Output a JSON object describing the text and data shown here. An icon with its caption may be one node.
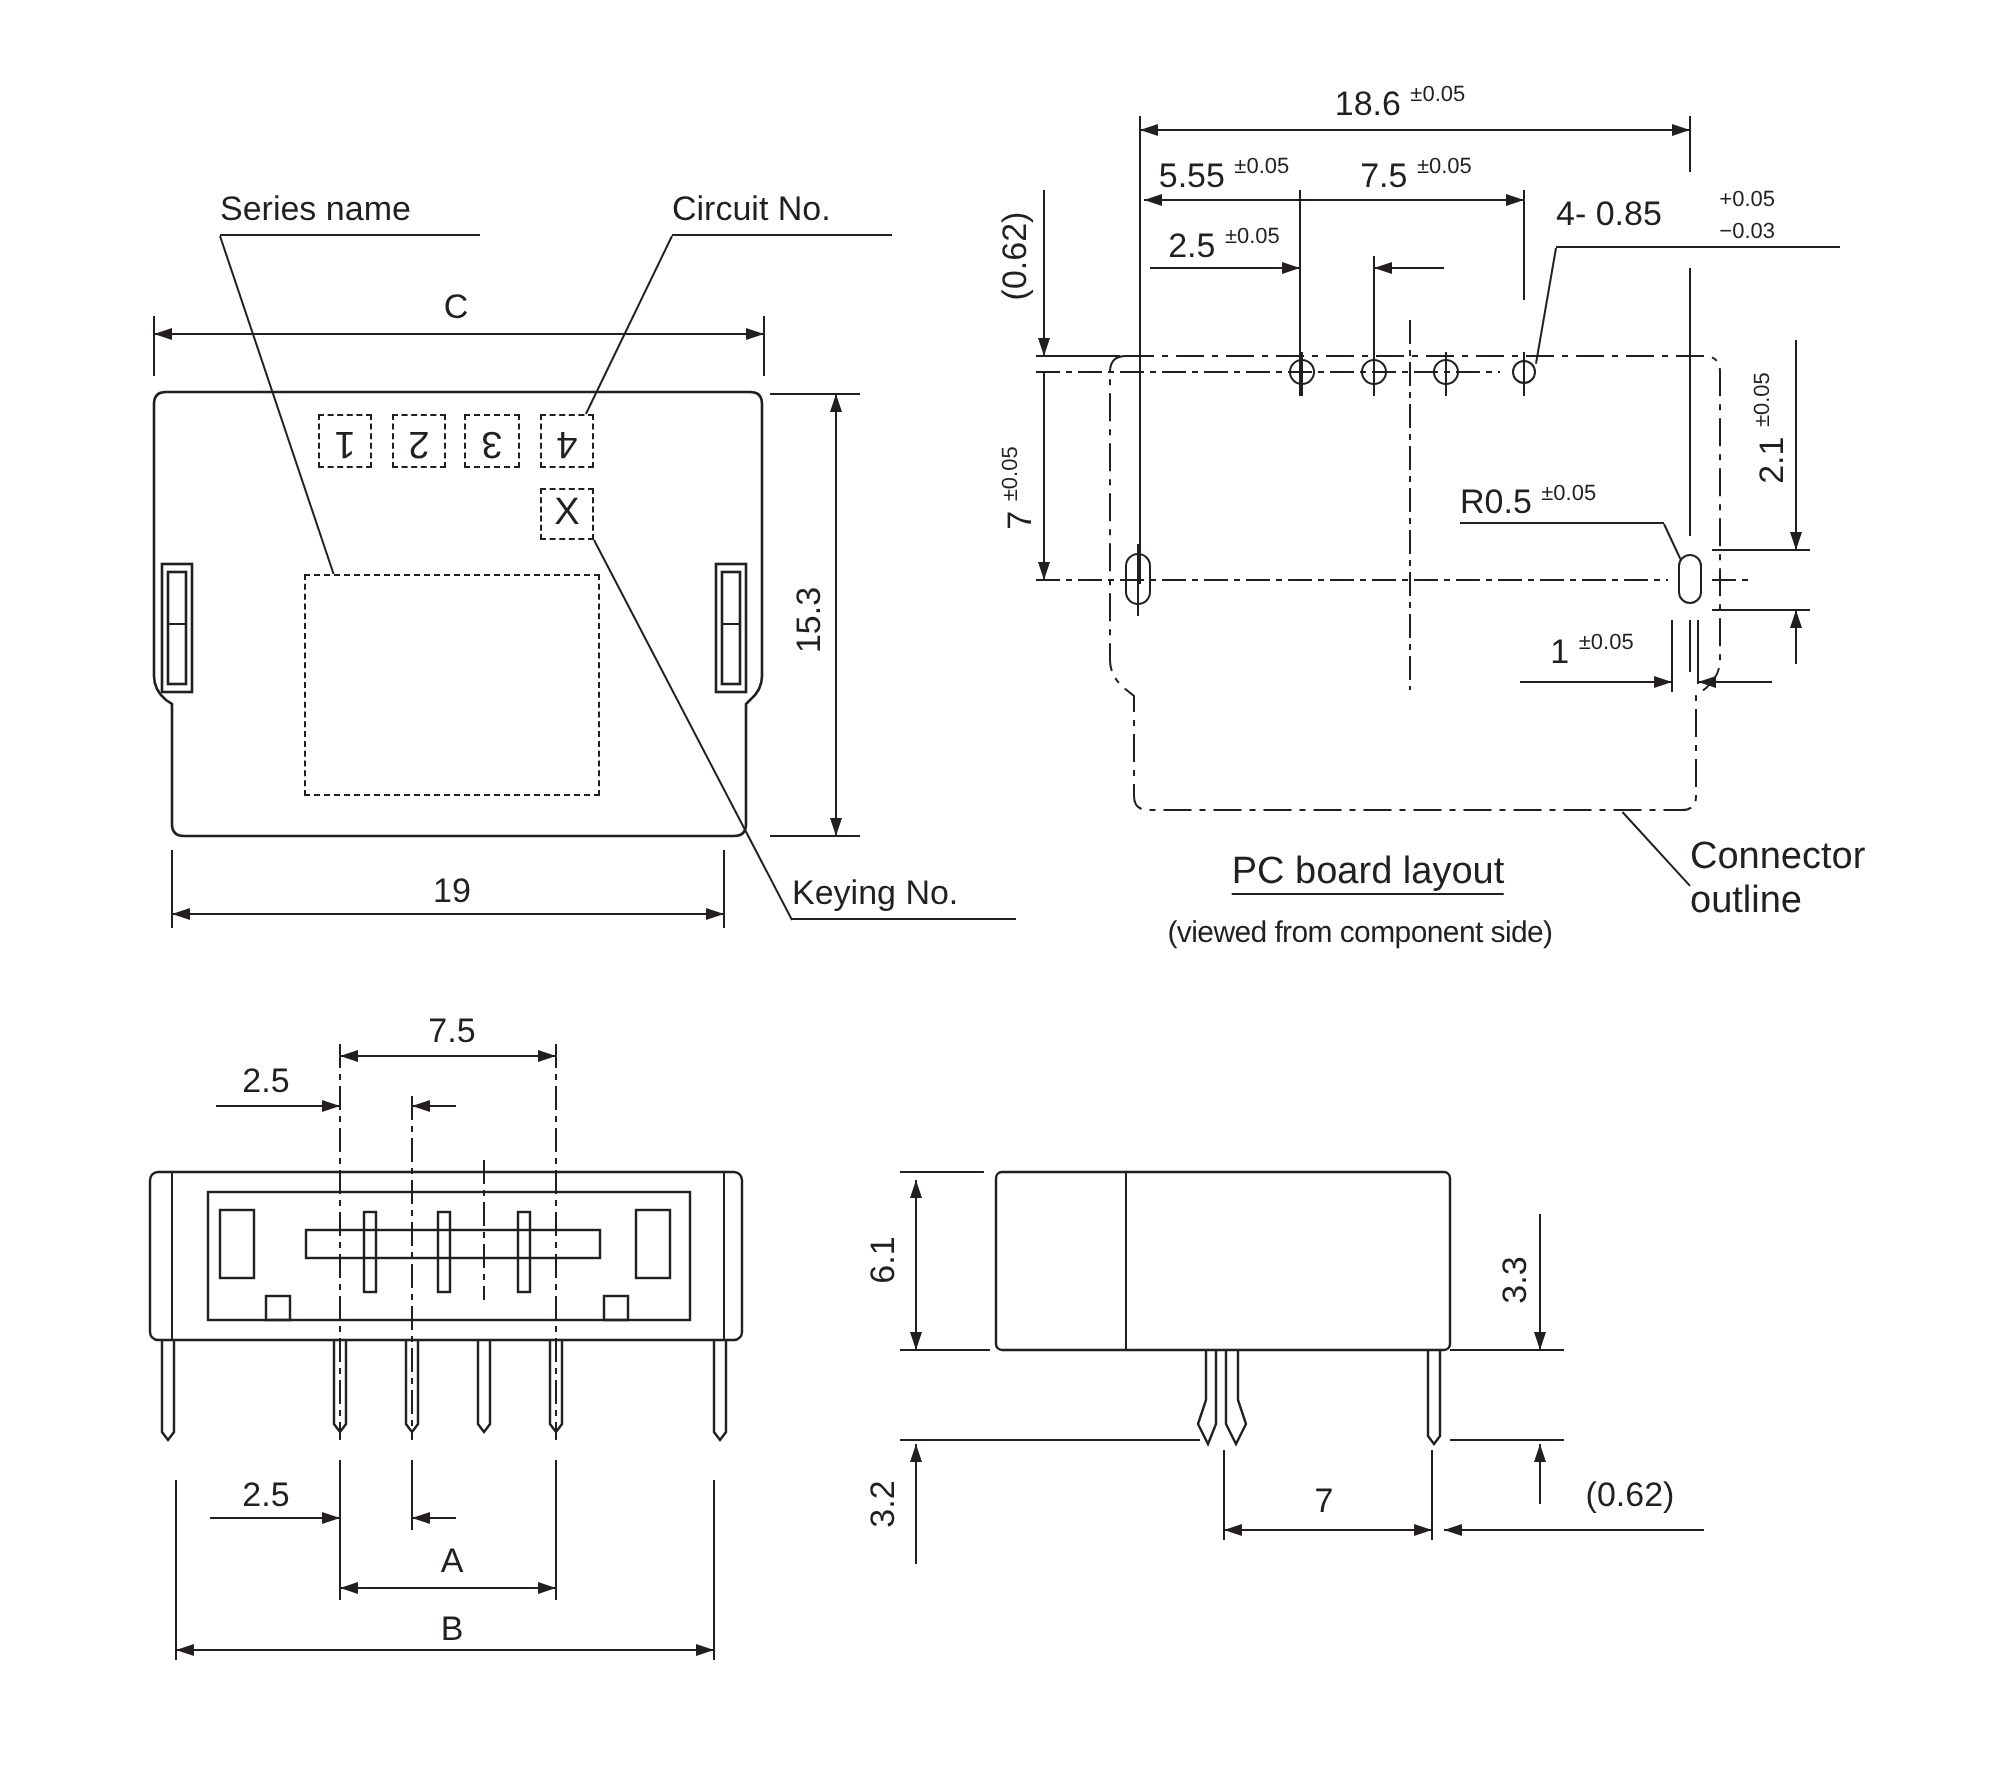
{
  "diagram": {
    "nodes": [
      {
        "text": [
          "Series name"
        ]
      },
      {
        "text": [],
        "shape": "box"
      },
      {
        "text": [
          "Circuit No."
        ]
      },
      {
        "text": [
          "1"
        ]
      },
      {
        "text": [
          "2"
        ]
      },
      {
        "text": [
          "3"
        ]
      },
      {
        "text": [
          "4"
        ]
      },
      {
        "text": [
          "X"
        ]
      },
      {
        "text": [
          "Keying No."
        ]
      },
      {
        "text": [],
        "shape": "box"
      },
      {
        "text": [
          "4- 0.85 $^{+0.05}$$_{−0.03}$"
        ]
      },
      {
        "text": [],
        "shape": "circle",
        "in": 9
      },
      {
        "text": [
          "R0.5 $^{±0.05}$"
        ],
        "in": 9
      },
      {
        "text": [],
        "shape": "oval",
        "in": 9
      },
      {
        "text": [
          "Connector outline"
        ]
      }
    ],
    "edges": [
      {
        "from": 0,
        "to": 1,
        "arrow": "none"
      },
      {
        "from": 2,
        "to": 6,
        "arrow": "none"
      },
      {
        "from": 8,
        "to": 7,
        "arrow": "none"
      },
      {
        "from": 10,
        "to": 11,
        "arrow": "none"
      },
      {
        "from": 12,
        "to": 13,
        "arrow": "none"
      },
      {
        "from": 14,
        "to": 9,
        "arrow": "none"
      }
    ],
    "labels": [
      "C",
      "15.3",
      "19",
      "18.6 $^{±0.05}$",
      "5.55 $^{±0.05}$",
      "7.5 $^{±0.05}$",
      "(0.62)",
      "2.5 $^{±0.05}$",
      "7 $^{±0.05}$",
      "2.1 $^{±0.05}$",
      "1 $^{±0.05}$",
      "PC board layout",
      "(viewed from component side)",
      "7.5",
      "2.5",
      "6.1",
      "3.3",
      "2.5",
      "3.2",
      "7",
      "(0.62)",
      "A",
      "B"
    ]
  }
}
